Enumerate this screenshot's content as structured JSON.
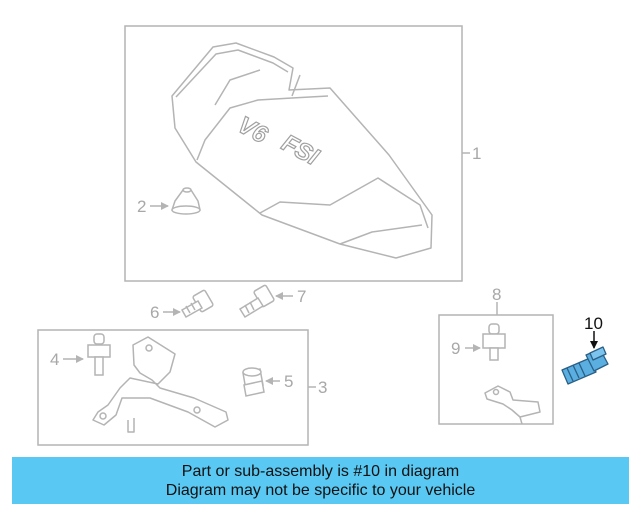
{
  "colors": {
    "line": "#b4b4b4",
    "highlight_part": "#5aaee0",
    "banner_background": "#59c8f2",
    "text_dark": "#111111",
    "text_grey": "#a8a8a8"
  },
  "engine_cover": {
    "emboss_v6": "V6",
    "emboss_fsi": "FSI"
  },
  "callouts": [
    {
      "id": "callout-1",
      "label": "1"
    },
    {
      "id": "callout-2",
      "label": "2"
    },
    {
      "id": "callout-3",
      "label": "3"
    },
    {
      "id": "callout-4",
      "label": "4"
    },
    {
      "id": "callout-5",
      "label": "5"
    },
    {
      "id": "callout-6",
      "label": "6"
    },
    {
      "id": "callout-7",
      "label": "7"
    },
    {
      "id": "callout-8",
      "label": "8"
    },
    {
      "id": "callout-9",
      "label": "9"
    },
    {
      "id": "callout-10",
      "label": "10",
      "highlighted": true
    }
  ],
  "banner": {
    "line1": "Part or sub-assembly is #10 in diagram",
    "line2": "Diagram may not be specific to your vehicle"
  }
}
